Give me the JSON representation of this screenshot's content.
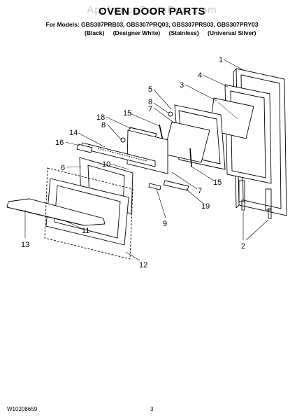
{
  "watermark": "AppliancePartsPros.com",
  "title": "OVEN DOOR PARTS",
  "models": "For Models: GBS307PRB03, GBS307PRQ03, GBS307PRS03, GBS307PRY03",
  "finishes": [
    "(Black)",
    "(Designer White)",
    "(Stainless)",
    "(Universal Silver)"
  ],
  "part_number": "W10208659",
  "page_number": "3",
  "callouts": [
    "1",
    "4",
    "3",
    "5",
    "8",
    "7",
    "18",
    "15",
    "8",
    "14",
    "16",
    "10",
    "6",
    "7",
    "15",
    "19",
    "9",
    "11",
    "13",
    "12",
    "2"
  ]
}
